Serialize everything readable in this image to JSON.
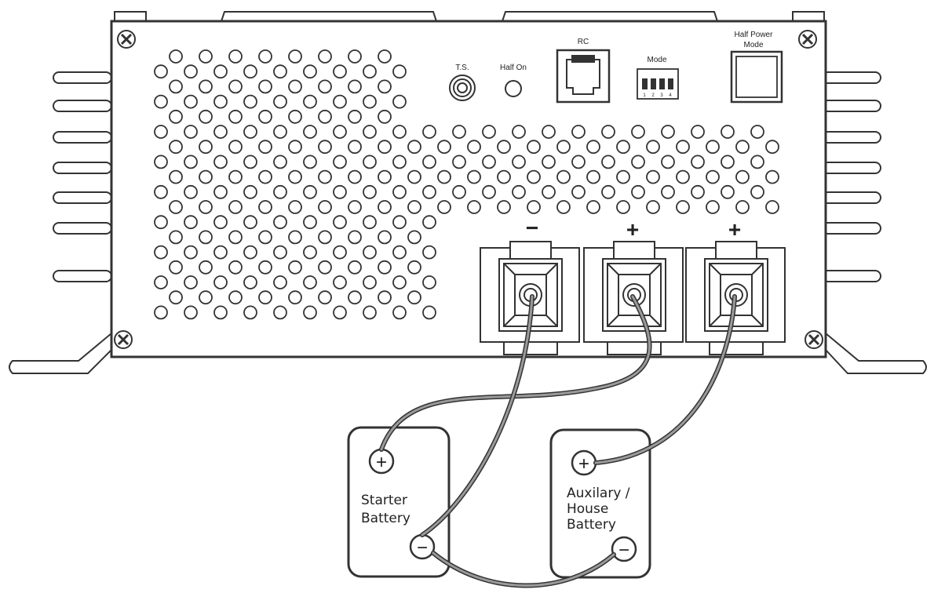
{
  "panel": {
    "ts_label": "T.S.",
    "half_on_label": "Half On",
    "rc_label": "RC",
    "mode_label": "Mode",
    "mode_switch_numbers": [
      "1",
      "2",
      "3",
      "4"
    ],
    "half_power_label_line1": "Half Power",
    "half_power_label_line2": "Mode"
  },
  "terminals": [
    {
      "polarity": "−"
    },
    {
      "polarity": "+"
    },
    {
      "polarity": "+"
    }
  ],
  "batteries": {
    "starter": {
      "label_lines": [
        "Starter",
        "Battery"
      ],
      "pos_symbol": "+",
      "neg_symbol": "−"
    },
    "auxiliary": {
      "label_lines": [
        "Auxilary /",
        "House",
        "Battery"
      ],
      "pos_symbol": "+",
      "neg_symbol": "−"
    }
  },
  "colors": {
    "line": "#333333",
    "cable": "#9a9a9a",
    "background": "#ffffff"
  }
}
